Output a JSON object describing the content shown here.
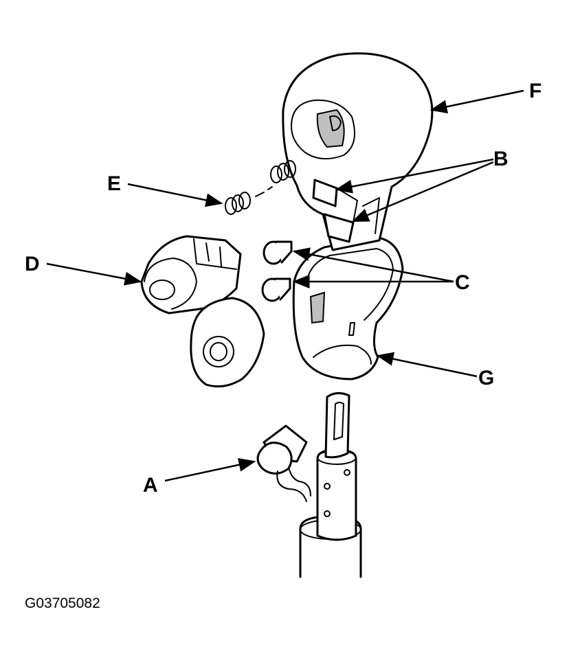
{
  "diagram": {
    "callouts": {
      "A": "A",
      "B": "B",
      "C": "C",
      "D": "D",
      "E": "E",
      "F": "F",
      "G": "G"
    },
    "figure_code": "G03705082"
  }
}
